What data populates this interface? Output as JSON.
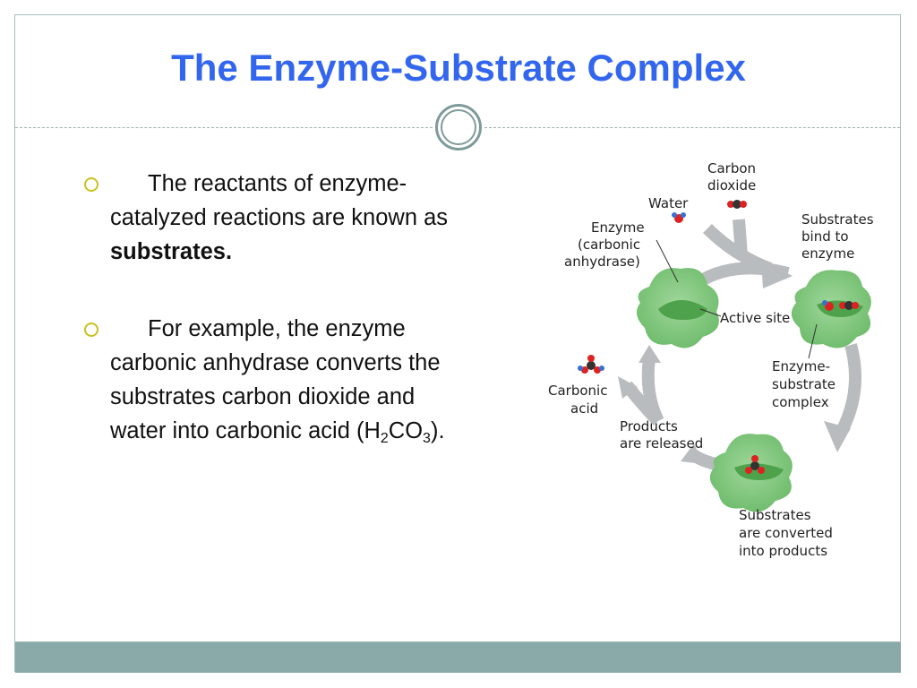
{
  "slide": {
    "title": "The Enzyme-Substrate Complex",
    "bullets": [
      {
        "text_before": "The reactants of enzyme-catalyzed reactions are known as ",
        "bold": "substrates."
      },
      {
        "text": "For example, the enzyme carbonic anhydrase converts the substrates carbon dioxide and water into carbonic acid (H",
        "sub1": "2",
        "mid": "CO",
        "sub2": "3",
        "end": ")."
      }
    ]
  },
  "diagram": {
    "labels": {
      "carbon_dioxide_1": "Carbon",
      "carbon_dioxide_2": "dioxide",
      "water": "Water",
      "enzyme_1": "Enzyme",
      "enzyme_2": "(carbonic",
      "enzyme_3": "anhydrase)",
      "substrates_bind_1": "Substrates",
      "substrates_bind_2": "bind to",
      "substrates_bind_3": "enzyme",
      "active_site": "Active site",
      "complex_1": "Enzyme-",
      "complex_2": "substrate",
      "complex_3": "complex",
      "carbonic_acid_1": "Carbonic",
      "carbonic_acid_2": "acid",
      "released_1": "Products",
      "released_2": "are released",
      "converted_1": "Substrates",
      "converted_2": "are converted",
      "converted_3": "into products"
    }
  },
  "colors": {
    "title": "#3366ee",
    "bullet_marker": "#c8c21e",
    "footer_bar": "#8aa9a9",
    "enzyme_green": "#7cc47a",
    "arrow_gray": "#b9bcbe"
  }
}
